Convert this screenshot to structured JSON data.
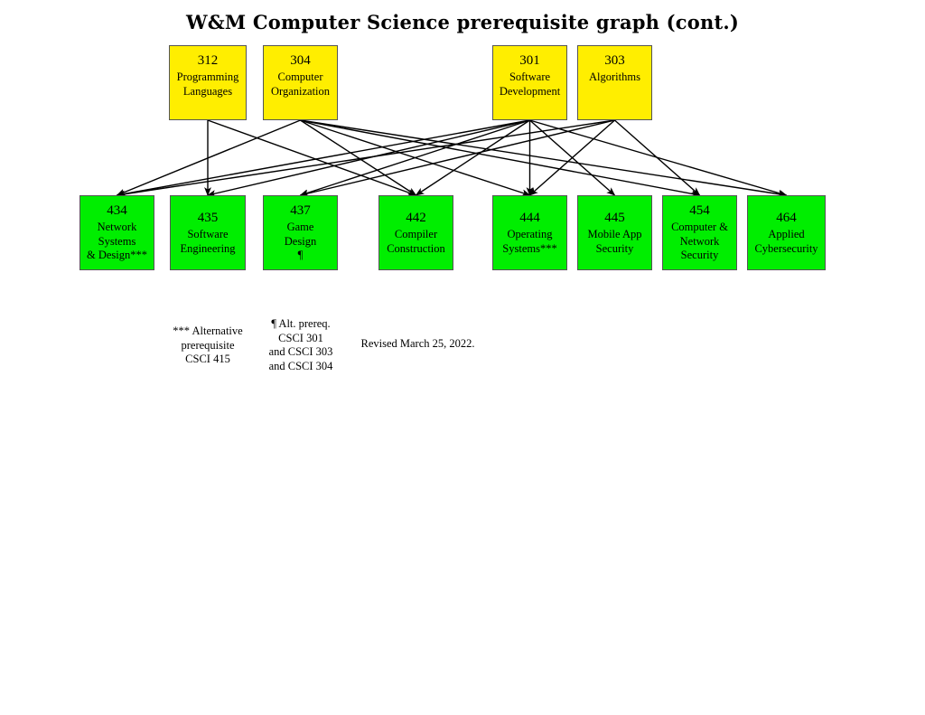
{
  "title": "W&M Computer Science prerequisite graph (cont.)",
  "colors": {
    "prereq_fill": "#ffee00",
    "course_fill": "#00ee00",
    "border": "#555555",
    "edge": "#000000"
  },
  "prereqs": [
    {
      "id": "312",
      "number": "312",
      "name": "Programming\nLanguages"
    },
    {
      "id": "304",
      "number": "304",
      "name": "Computer\nOrganization"
    },
    {
      "id": "301",
      "number": "301",
      "name": "Software\nDevelopment"
    },
    {
      "id": "303",
      "number": "303",
      "name": "Algorithms"
    }
  ],
  "courses": [
    {
      "id": "434",
      "number": "434",
      "name": "Network\nSystems\n& Design***"
    },
    {
      "id": "435",
      "number": "435",
      "name": "Software\nEngineering"
    },
    {
      "id": "437",
      "number": "437",
      "name": "Game\nDesign\n¶"
    },
    {
      "id": "442",
      "number": "442",
      "name": "Compiler\nConstruction"
    },
    {
      "id": "444",
      "number": "444",
      "name": "Operating\nSystems***"
    },
    {
      "id": "445",
      "number": "445",
      "name": "Mobile App\nSecurity"
    },
    {
      "id": "454",
      "number": "454",
      "name": "Computer &\nNetwork\nSecurity"
    },
    {
      "id": "464",
      "number": "464",
      "name": "Applied\nCybersecurity"
    }
  ],
  "edges": [
    [
      "312",
      "435"
    ],
    [
      "312",
      "442"
    ],
    [
      "304",
      "434"
    ],
    [
      "304",
      "442"
    ],
    [
      "304",
      "444"
    ],
    [
      "304",
      "454"
    ],
    [
      "304",
      "464"
    ],
    [
      "301",
      "434"
    ],
    [
      "301",
      "435"
    ],
    [
      "301",
      "437"
    ],
    [
      "301",
      "442"
    ],
    [
      "301",
      "444"
    ],
    [
      "301",
      "445"
    ],
    [
      "301",
      "464"
    ],
    [
      "303",
      "434"
    ],
    [
      "303",
      "437"
    ],
    [
      "303",
      "444"
    ],
    [
      "303",
      "454"
    ]
  ],
  "notes": {
    "alt_prereq": "*** Alternative\nprerequisite\nCSCI 415",
    "game_alt": "¶ Alt. prereq.\nCSCI 301\nand CSCI 303\nand CSCI 304",
    "revised": "Revised March 25, 2022."
  }
}
